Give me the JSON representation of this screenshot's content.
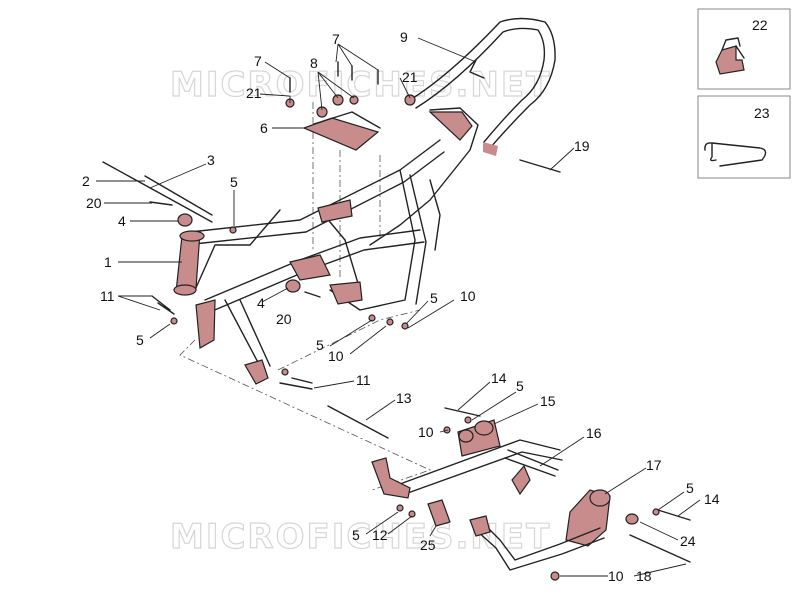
{
  "watermark": {
    "text_top": "MICROFICHES.NET",
    "text_bottom": "MICROFICHES.NET"
  },
  "callouts": {
    "n1": "1",
    "n2": "2",
    "n3": "3",
    "n4a": "4",
    "n4b": "4",
    "n5a": "5",
    "n5b": "5",
    "n5c": "5",
    "n5d": "5",
    "n5e": "5",
    "n5f": "5",
    "n5g": "5",
    "n6": "6",
    "n7a": "7",
    "n7b": "7",
    "n8": "8",
    "n9": "9",
    "n10a": "10",
    "n10b": "10",
    "n10c": "10",
    "n10d": "10",
    "n11a": "11",
    "n11b": "11",
    "n12": "12",
    "n13": "13",
    "n14a": "14",
    "n14b": "14",
    "n15": "15",
    "n16": "16",
    "n17": "17",
    "n18": "18",
    "n19": "19",
    "n20a": "20",
    "n20b": "20",
    "n21a": "21",
    "n21b": "21",
    "n22": "22",
    "n23": "23",
    "n24": "24",
    "n25": "25"
  },
  "colors": {
    "part_fill": "#c98c8c",
    "line": "#222222",
    "watermark": "#d6d6d6"
  }
}
